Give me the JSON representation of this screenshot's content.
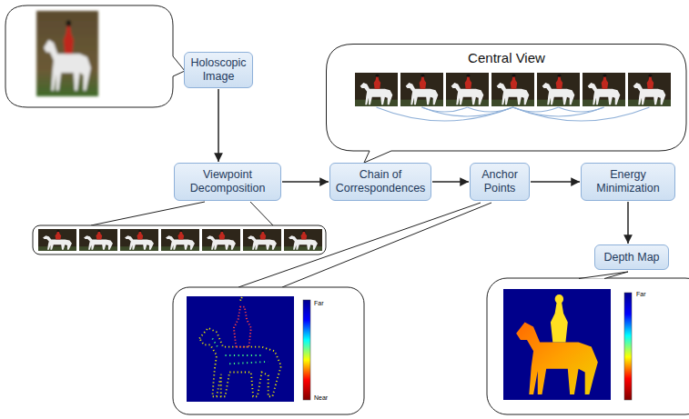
{
  "diagram": {
    "nodes": [
      {
        "text": [
          "Holoscopic Image"
        ]
      },
      {
        "text": [
          "Central View"
        ]
      },
      {
        "text": [
          "Viewpoint Decomposition"
        ]
      },
      {
        "text": [
          "Chain of Correspondences"
        ]
      },
      {
        "text": [
          "Anchor Points"
        ]
      },
      {
        "text": [
          "Energy Minimization"
        ]
      },
      {
        "text": [
          "Depth Map"
        ]
      }
    ],
    "edges": [
      {
        "from": 0,
        "to": 2,
        "arrow": "to"
      },
      {
        "from": 2,
        "to": 3,
        "arrow": "to"
      },
      {
        "from": 3,
        "to": 4,
        "arrow": "to"
      },
      {
        "from": 4,
        "to": 5,
        "arrow": "to"
      },
      {
        "from": 5,
        "to": 6,
        "arrow": "to"
      }
    ],
    "labels": [
      "Far",
      "Near",
      "Far"
    ]
  }
}
